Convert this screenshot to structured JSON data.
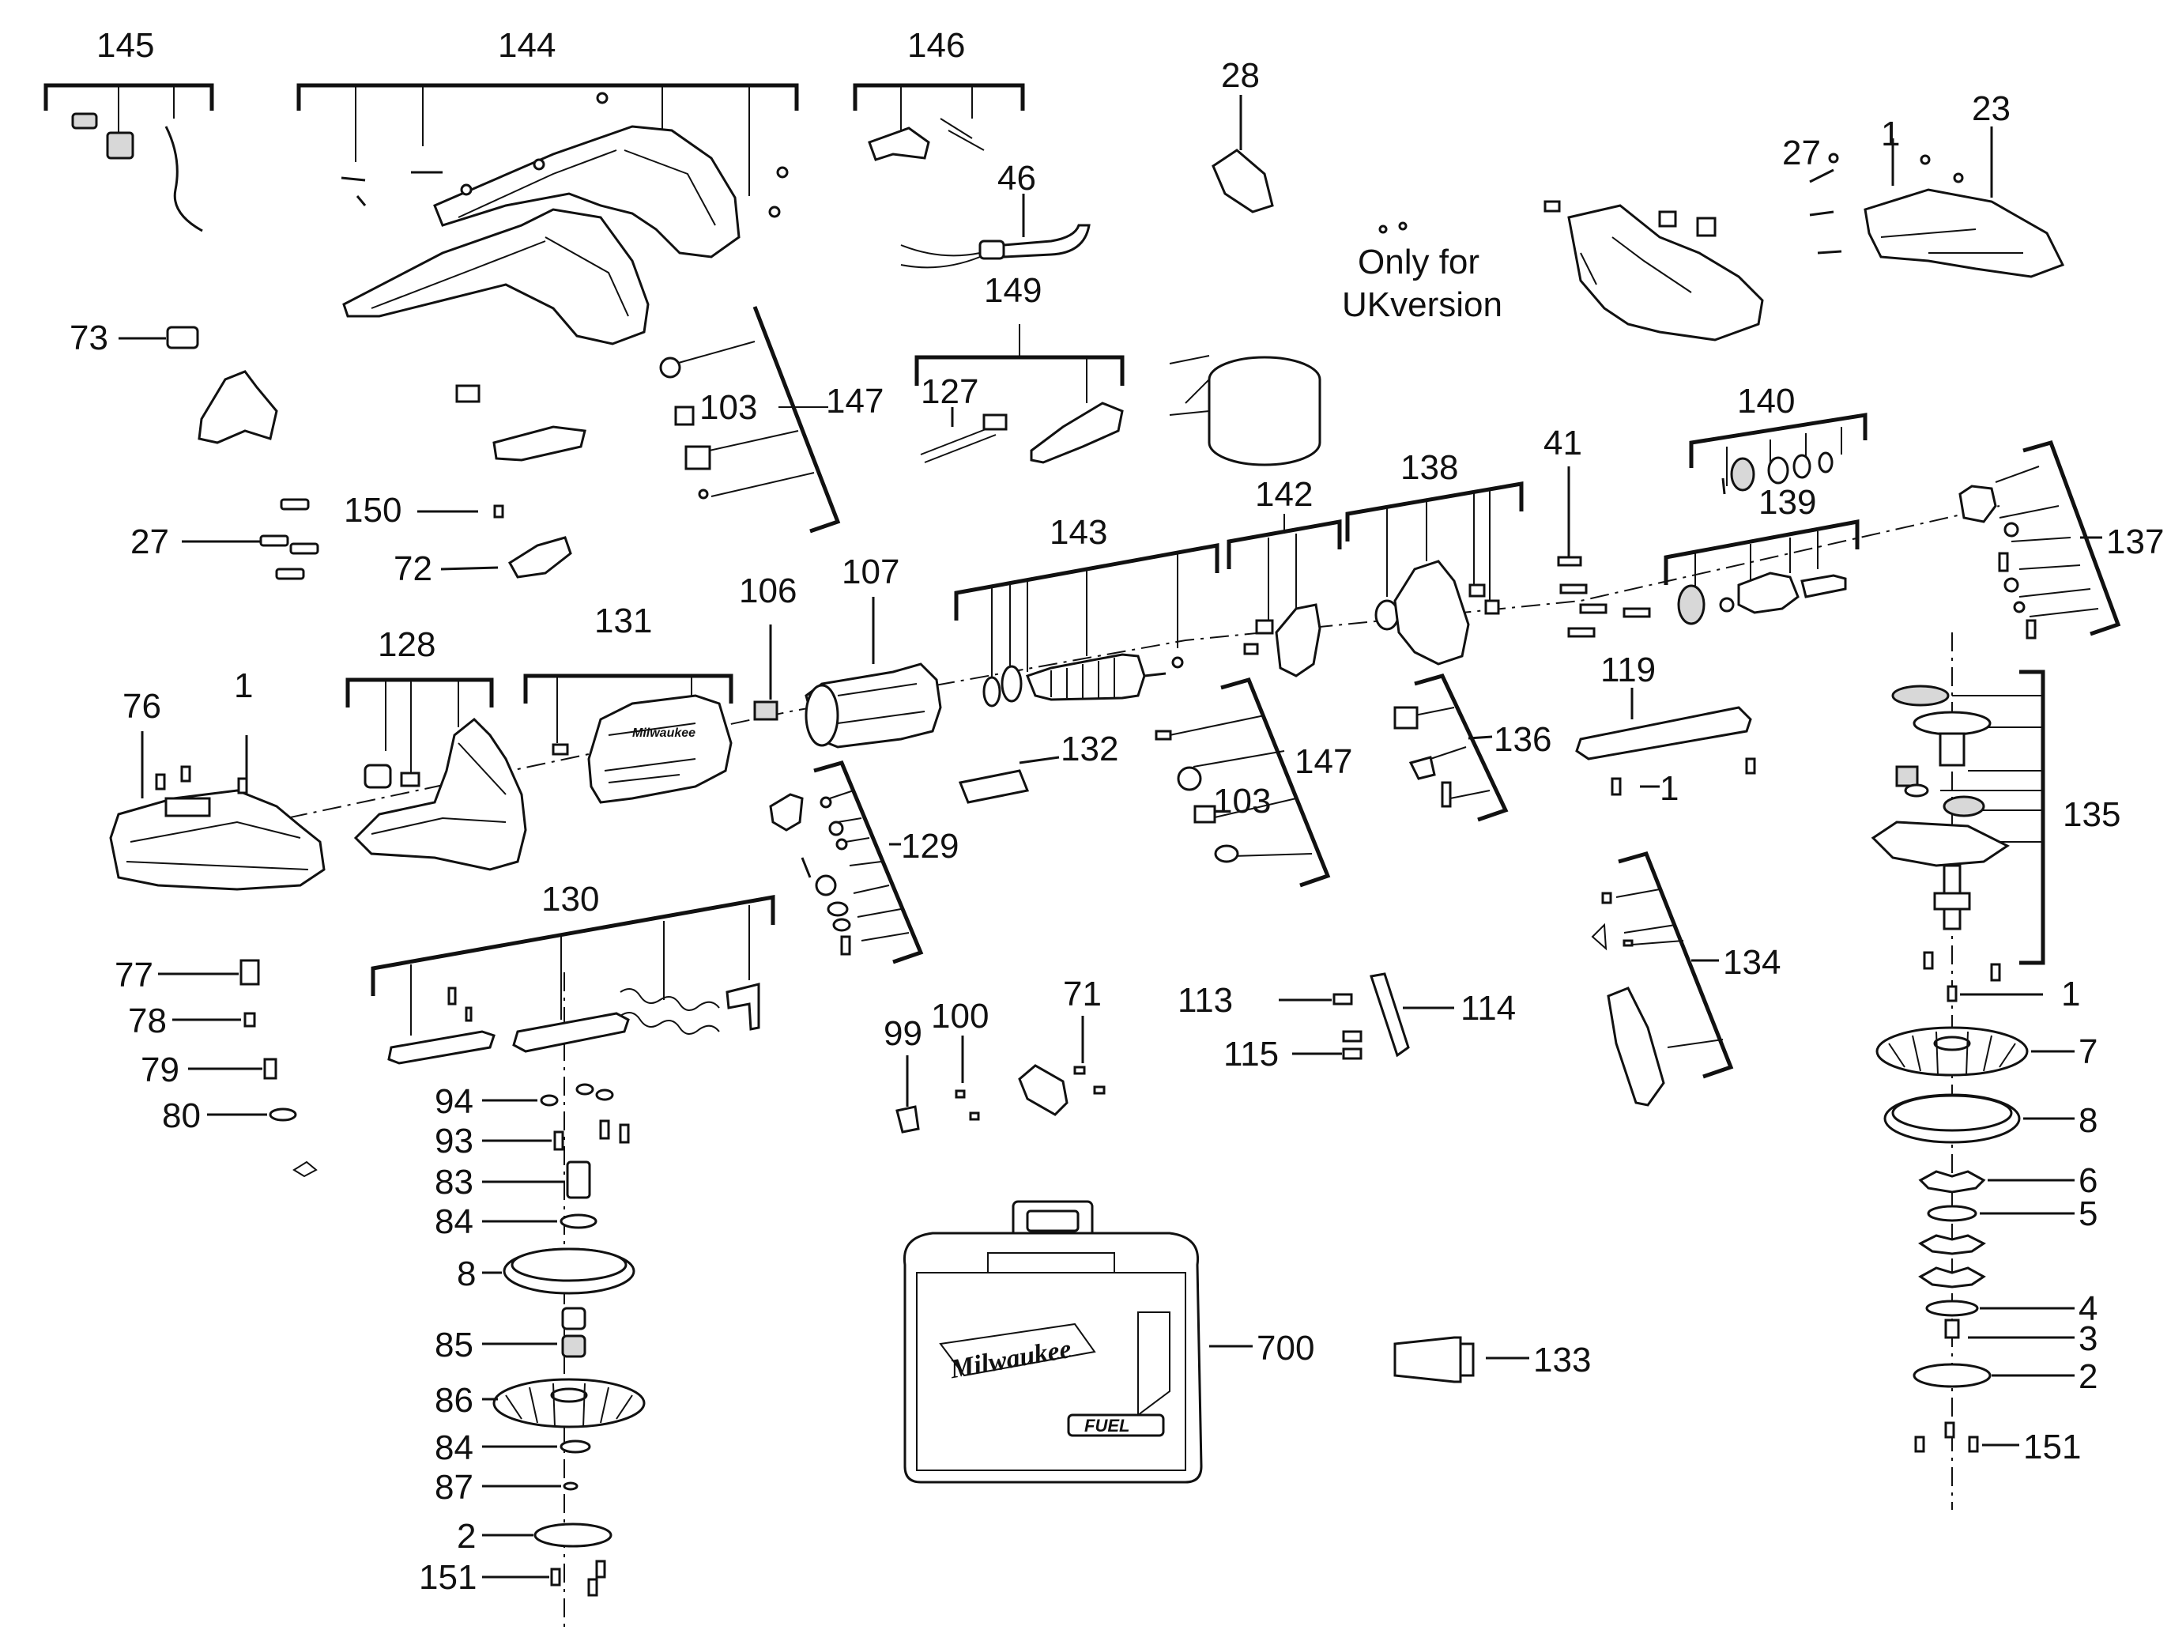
{
  "note": {
    "line1": "Only for",
    "line2": "UKversion"
  },
  "labels": {
    "145": "145",
    "144": "144",
    "146": "146",
    "28": "28",
    "46": "46",
    "149": "149",
    "127": "127",
    "73": "73",
    "103a": "103",
    "147a": "147",
    "27a": "27",
    "150": "150",
    "72": "72",
    "1a": "1",
    "23": "23",
    "27b": "27",
    "140": "140",
    "139": "139",
    "137": "137",
    "41": "41",
    "138": "138",
    "142": "142",
    "143": "143",
    "107": "107",
    "106": "106",
    "131": "131",
    "128": "128",
    "76": "76",
    "1b": "1",
    "132": "132",
    "147b": "147",
    "103b": "103",
    "136": "136",
    "119": "119",
    "1c": "1",
    "129": "129",
    "135": "135",
    "130": "130",
    "77": "77",
    "78": "78",
    "79": "79",
    "80": "80",
    "94": "94",
    "93": "93",
    "83": "83",
    "84a": "84",
    "8a": "8",
    "85": "85",
    "86": "86",
    "84b": "84",
    "87": "87",
    "2a": "2",
    "151a": "151",
    "99": "99",
    "100": "100",
    "71": "71",
    "113": "113",
    "114": "114",
    "115": "115",
    "134": "134",
    "1d": "1",
    "7": "7",
    "8b": "8",
    "6": "6",
    "5": "5",
    "4": "4",
    "3": "3",
    "2b": "2",
    "151b": "151",
    "700": "700",
    "133": "133"
  },
  "case_brand": "Milwaukee",
  "case_badge": "FUEL",
  "colors": {
    "ink": "#111111",
    "fill": "#ffffff",
    "shade": "#d8d8d8"
  }
}
